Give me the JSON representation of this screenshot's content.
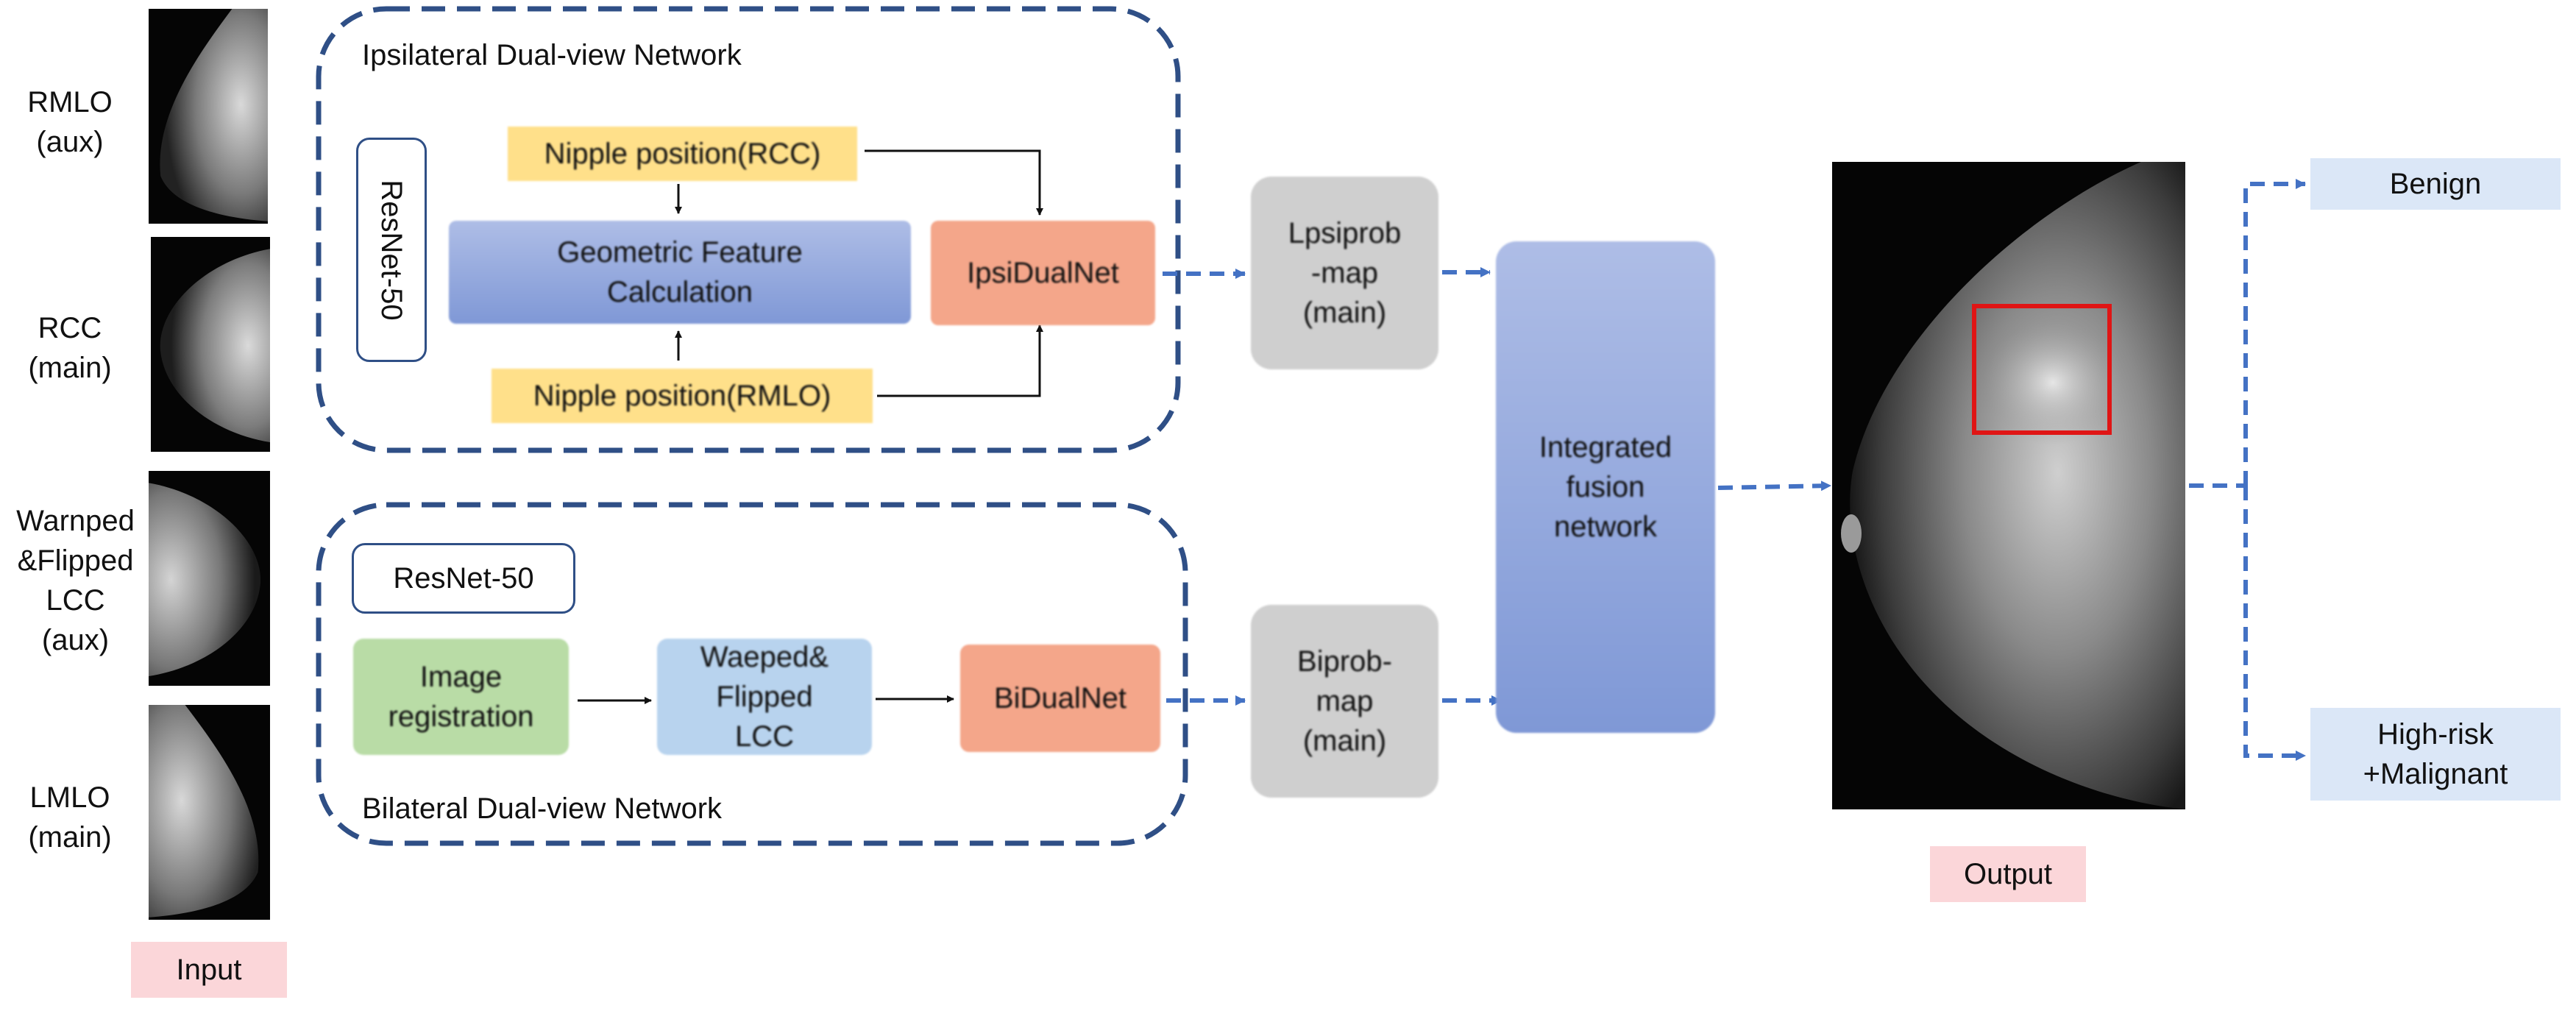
{
  "inputs": [
    {
      "label": "RMLO\n(aux)"
    },
    {
      "label": "RCC\n(main)"
    },
    {
      "label": "Warnped\n&Flipped\nLCC\n(aux)"
    },
    {
      "label": "LMLO\n(main)"
    }
  ],
  "input_caption": "Input",
  "ipsi": {
    "title": "Ipsilateral Dual-view Network",
    "backbone": "ResNet-50",
    "nipple_rcc": "Nipple position(RCC)",
    "geometric": "Geometric Feature\nCalculation",
    "nipple_rmlo": "Nipple position(RMLO)",
    "net": "IpsiDualNet"
  },
  "bi": {
    "title": "Bilateral Dual-view Network",
    "backbone": "ResNet-50",
    "registration": "Image\nregistration",
    "warped": "Waeped&\nFlipped\nLCC",
    "net": "BiDualNet"
  },
  "maps": {
    "ipsi": "Lpsiprob\n-map\n(main)",
    "bi": "Biprob-\nmap\n(main)"
  },
  "fusion": "Integrated\nfusion\nnetwork",
  "output_caption": "Output",
  "results": {
    "benign": "Benign",
    "malignant": "High-risk\n+Malignant"
  },
  "colors": {
    "dash_border": "#2f4f86",
    "arrow_blue": "#4472c4",
    "highlight_box": "#e01515"
  }
}
